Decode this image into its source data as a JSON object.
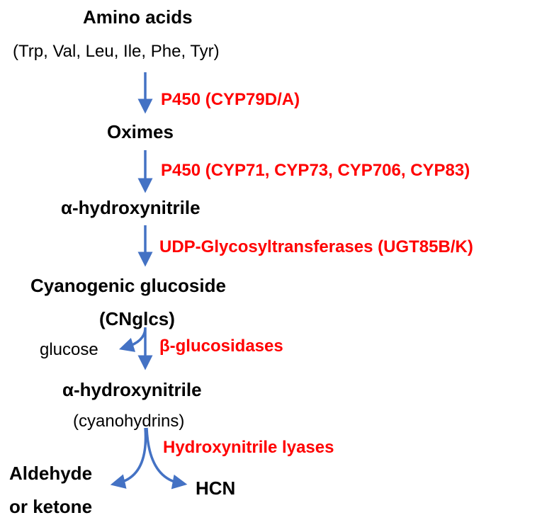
{
  "colors": {
    "enzyme": "#ff0000",
    "arrow": "#4472c4",
    "text": "#000000"
  },
  "metabolites": {
    "amino_acids": "Amino acids",
    "amino_acids_list": "(Trp, Val, Leu, Ile, Phe, Tyr)",
    "oximes": "Oximes",
    "hydroxynitrile_1": "α-hydroxynitrile",
    "cyanogenic_glucoside": "Cyanogenic glucoside",
    "cnglcs": "(CNglcs)",
    "glucose": "glucose",
    "hydroxynitrile_2": "α-hydroxynitrile",
    "cyanohydrins": "(cyanohydrins)",
    "aldehyde": "Aldehyde",
    "or_ketone": "or ketone",
    "hcn": "HCN"
  },
  "enzymes": {
    "p450_79": "P450 (CYP79D/A)",
    "p450_others": "P450 (CYP71, CYP73, CYP706, CYP83)",
    "ugt": "UDP-Glycosyltransferases (UGT85B/K)",
    "glucosidases": "β-glucosidases",
    "lyases": "Hydroxynitrile lyases"
  }
}
